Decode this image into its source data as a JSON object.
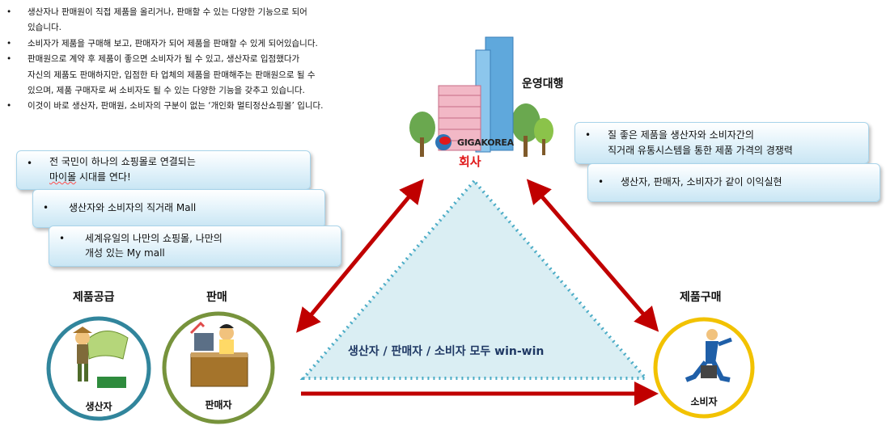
{
  "intro_bullets": [
    {
      "bullet": "•",
      "lines": [
        "생산자나 판매원이 직접 제품을 올리거나, 판매할 수 있는 다양한 기능으로 되어",
        "있습니다."
      ]
    },
    {
      "bullet": "•",
      "lines": [
        "소비자가 제품을 구매해 보고, 판매자가 되어 제품을 판매할 수 있게 되어있습니다."
      ]
    },
    {
      "bullet": "•",
      "lines": [
        "판매원으로 계약 후 제품이 좋으면 소비자가 될 수 있고, 생산자로 입점했다가",
        "자신의 제품도 판매하지만, 입점한 타 업체의 제품을 판매해주는 판매원으로 될 수",
        "있으며, 제품 구매자로 써 소비자도 될 수 있는 다양한 기능을 갖추고 있습니다."
      ]
    },
    {
      "bullet": "•",
      "lines": [
        "이것이 바로 생산자, 판매원, 소비자의 구분이 없는 ‘개인화 멀티정산쇼핑몰’ 입니다."
      ]
    }
  ],
  "left_callouts": [
    {
      "bullet": "•",
      "line1": "전 국민이 하나의 쇼핑몰로 연결되는",
      "line2_a": "마이몰",
      "line2_b": " 시대를 연다!"
    },
    {
      "bullet": "•",
      "line1": "생산자와 소비자의 직거래 Mall"
    },
    {
      "bullet": "•",
      "line1": "세계유일의 나만의 쇼핑몰, 나만의",
      "line2": "개성 있는 My mall"
    }
  ],
  "right_callouts": [
    {
      "bullet": "•",
      "line1": "질 좋은 제품을 생산자와 소비자간의",
      "line2": "직거래 유통시스템을 통한 제품 가격의 경쟁력"
    },
    {
      "bullet": "•",
      "line1": "생산자, 판매자, 소비자가 같이 이익실현"
    }
  ],
  "company": {
    "logo_text": "GIGAKOREA",
    "label": "회사",
    "role": "운영대행"
  },
  "nodes": {
    "producer": {
      "heading": "제품공급",
      "label": "생산자"
    },
    "seller": {
      "heading": "판매",
      "label": "판매자"
    },
    "consumer": {
      "heading": "제품구매",
      "label": "소비자"
    }
  },
  "triangle_text": "생산자 / 판매자 / 소비자 모두 win-win",
  "colors": {
    "arrow": "#c00000",
    "producer_ring": "#31859c",
    "seller_ring": "#77933c",
    "consumer_ring": "#f2c200",
    "triangle_fill": "#daeef3",
    "triangle_border": "#4bacc6",
    "company_label": "#e0191b"
  }
}
